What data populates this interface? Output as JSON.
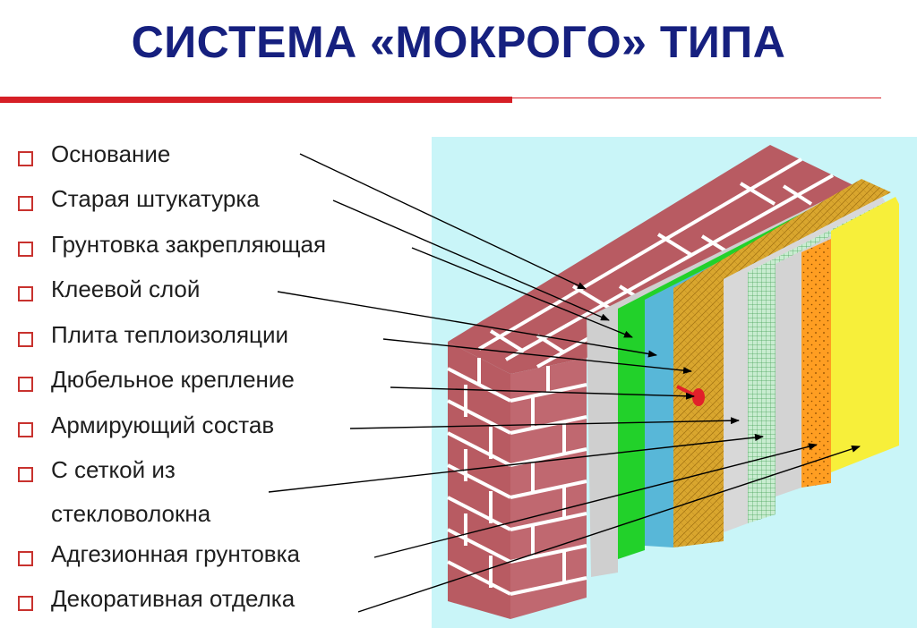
{
  "title": "СИСТЕМА «МОКРОГО» ТИПА",
  "colors": {
    "title": "#16207f",
    "accent_rule": "#d61f26",
    "background_panel": "#c9f5f8",
    "checkbox": "#c8322e",
    "brick": "#b85b62",
    "old_plaster": "#cfcfcf",
    "primer_fix": "#22d12a",
    "adhesive": "#58b7d8",
    "insulation": "#d9a62e",
    "dowel": "#e2202a",
    "reinforcing": "#d8d8d8",
    "mesh": "#c8ecd0",
    "adhesion_primer": "#ff9e22",
    "decorative": "#f7ef3a"
  },
  "labels": [
    {
      "icon": "checkbox-icon",
      "text": "Основание"
    },
    {
      "icon": "checkbox-icon",
      "text": "Старая штукатурка"
    },
    {
      "icon": "checkbox-icon",
      "text": "Грунтовка закрепляющая"
    },
    {
      "icon": "checkbox-icon",
      "text": "Клеевой слой"
    },
    {
      "icon": "checkbox-icon",
      "text": "Плита теплоизоляции"
    },
    {
      "icon": "checkbox-icon",
      "text": "Дюбельное крепление"
    },
    {
      "icon": "checkbox-icon",
      "text": "Армирующий состав"
    },
    {
      "icon": "checkbox-icon",
      "text": "С сеткой из\nстекловолокна"
    },
    {
      "icon": "checkbox-icon",
      "text": "Адгезионная грунтовка"
    },
    {
      "icon": "checkbox-icon",
      "text": "Декоративная отделка"
    }
  ]
}
